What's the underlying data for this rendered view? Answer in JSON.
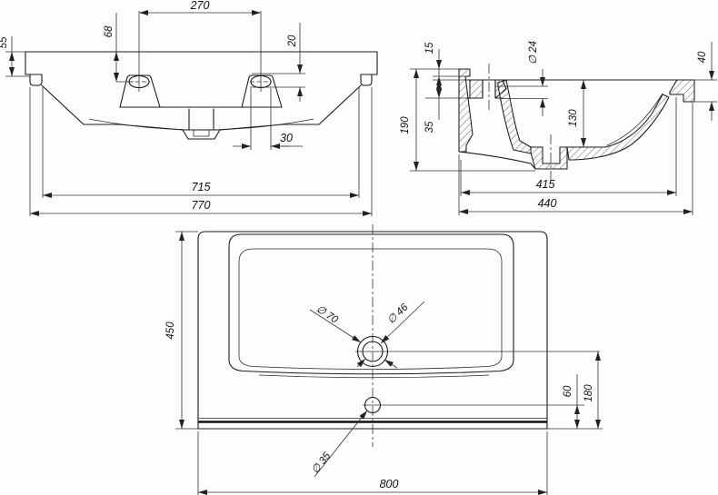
{
  "colors": {
    "line": "#1c1c1c",
    "dim_line": "#333333",
    "paper": "#fdfdfd"
  },
  "front_view": {
    "dims": {
      "d270": "270",
      "d68": "68",
      "d20": "20",
      "d55": "55",
      "d30": "30",
      "d715": "715",
      "d770": "770"
    }
  },
  "side_view": {
    "dims": {
      "d15": "15",
      "d190": "190",
      "d35": "35",
      "d24": "∅ 24",
      "d130": "130",
      "d40": "40",
      "d415": "415",
      "d440": "440"
    }
  },
  "plan_view": {
    "dims": {
      "d450": "450",
      "d70": "∅ 70",
      "d46": "∅ 46",
      "d35": "∅ 35",
      "d60": "60",
      "d180": "180",
      "d800": "800"
    }
  }
}
